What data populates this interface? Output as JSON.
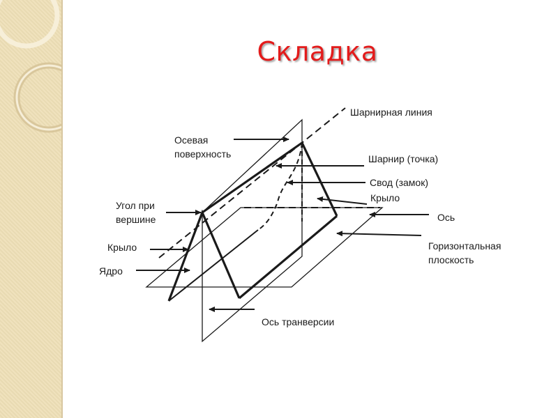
{
  "title": "Складка",
  "labels": {
    "hinge_line": "Шарнирная линия",
    "axial_surface_1": "Осевая",
    "axial_surface_2": "поверхность",
    "hinge_point": "Шарнир (точка)",
    "arch": "Свод (замок)",
    "limb_right": "Крыло",
    "interlimb_1": "Угол при",
    "interlimb_2": "вершине",
    "axis": "Ось",
    "limb_left": "Крыло",
    "horizontal_1": "Горизонтальная",
    "horizontal_2": "плоскость",
    "core": "Ядро",
    "transverse_axis": "Ось транверсии"
  },
  "colors": {
    "title": "#e31b1b",
    "band": "#eedfb6",
    "lines": "#1a1a1a"
  }
}
